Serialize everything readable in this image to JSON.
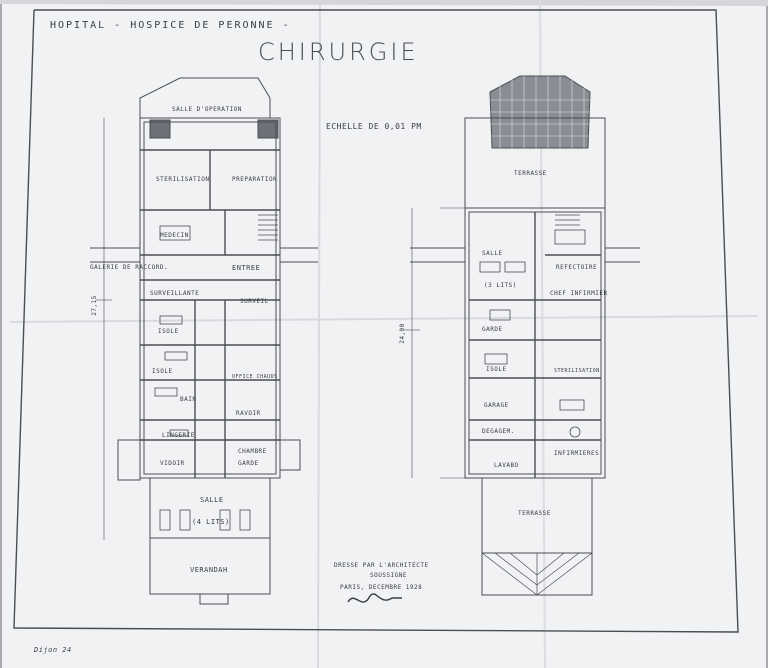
{
  "header": {
    "institution": "HOPITAL - HOSPICE DE PERONNE -",
    "title": "CHIRURGIE"
  },
  "scale": "ECHELLE DE 0,01 PM",
  "left_plan_labels": {
    "salle_operation": "SALLE D'OPERATION",
    "sterilisation": "STERILISATION",
    "preparation": "PREPARATION",
    "medecin": "MEDECIN",
    "galerie": "GALERIE DE RACCORD.",
    "entree": "ENTREE",
    "surveillant": "SURVEILLANTE",
    "surveil": "SURVEIL",
    "isole1": "ISOLE",
    "isole2": "ISOLE",
    "office": "OFFICE CHAUDS",
    "bain": "BAIN",
    "ravoir": "RAVOIR",
    "lingerie": "LINGERIE",
    "chambre": "CHAMBRE",
    "garde": "GARDE",
    "vidoir": "VIDOIR",
    "salle": "SALLE",
    "lits": "(4 LITS)",
    "veranda": "VERANDAH"
  },
  "right_plan_labels": {
    "terrasse_top": "TERRASSE",
    "salle": "SALLE",
    "lits": "(3 LITS)",
    "refectoire": "REFECTOIRE",
    "chef": "CHEF INFIRMIER",
    "garde": "GARDE",
    "isole": "ISOLE",
    "garage": "GARAGE",
    "sterilisation": "STERILISATION",
    "degage": "DEGAGEM.",
    "lavabo": "LAVABO",
    "infirmieres": "INFIRMIERES",
    "terrasse_bottom": "TERRASSE"
  },
  "dimensions": {
    "left_height": "27,15",
    "right_height": "24,00"
  },
  "signature_block": {
    "line1": "DRESSE PAR L'ARCHITECTE",
    "line2": "SOUSSIGNE",
    "line3": "PARIS, DECEMBRE 1928"
  },
  "stamp": "Dijon 24",
  "colors": {
    "paper": "#f2f3f4",
    "ink": "#3a3d46",
    "background": "#a8aab0"
  }
}
